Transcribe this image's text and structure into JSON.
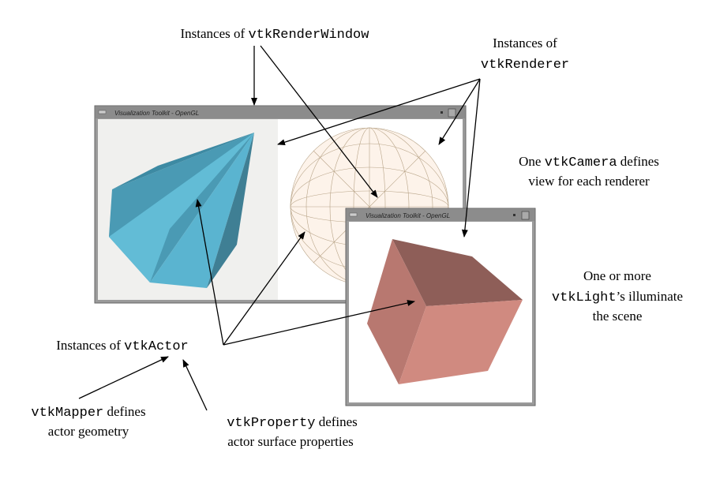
{
  "labels": {
    "render_window": {
      "pre": "Instances of ",
      "code": "vtkRenderWindow"
    },
    "renderer": {
      "line1": "Instances of",
      "code": "vtkRenderer"
    },
    "camera": {
      "pre": "One ",
      "code": "vtkCamera",
      "post": " defines",
      "line2": "view for each renderer"
    },
    "light": {
      "line1": "One or more",
      "code": "vtkLight",
      "post": "’s illuminate",
      "line3": "the scene"
    },
    "actor": {
      "pre": "Instances of ",
      "code": "vtkActor"
    },
    "mapper": {
      "code": "vtkMapper",
      "post": " defines",
      "line2": "actor geometry"
    },
    "property": {
      "code": "vtkProperty",
      "post": " defines",
      "line2": "actor surface properties"
    }
  },
  "windows": [
    {
      "title": "Visualization Toolkit - OpenGL"
    },
    {
      "title": "Visualization Toolkit - OpenGL"
    }
  ],
  "colors": {
    "cone": "#5ab4d0",
    "cube": "#d08a80",
    "sphere": "#c8b8a0",
    "titlebar": "#8c8c8c"
  }
}
